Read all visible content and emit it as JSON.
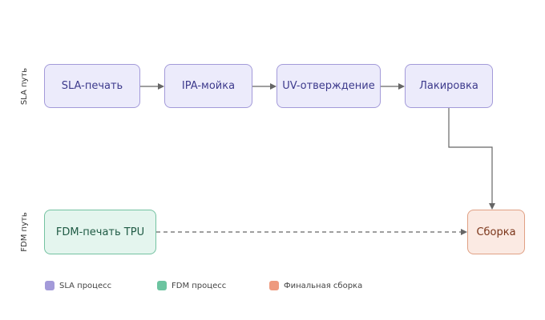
{
  "lanes": {
    "sla": "SLA путь",
    "fdm": "FDM путь"
  },
  "nodes": {
    "sla_print": "SLA-печать",
    "ipa_wash": "IPA-мойка",
    "uv_cure": "UV-отверждение",
    "lacquer": "Лакировка",
    "fdm_print": "FDM-печать TPU",
    "assembly": "Сборка"
  },
  "legend": {
    "sla": {
      "label": "SLA процесс",
      "color": "#a39ad9"
    },
    "fdm": {
      "label": "FDM процесс",
      "color": "#6cc4a0"
    },
    "final": {
      "label": "Финальная сборка",
      "color": "#ee9a7e"
    }
  }
}
